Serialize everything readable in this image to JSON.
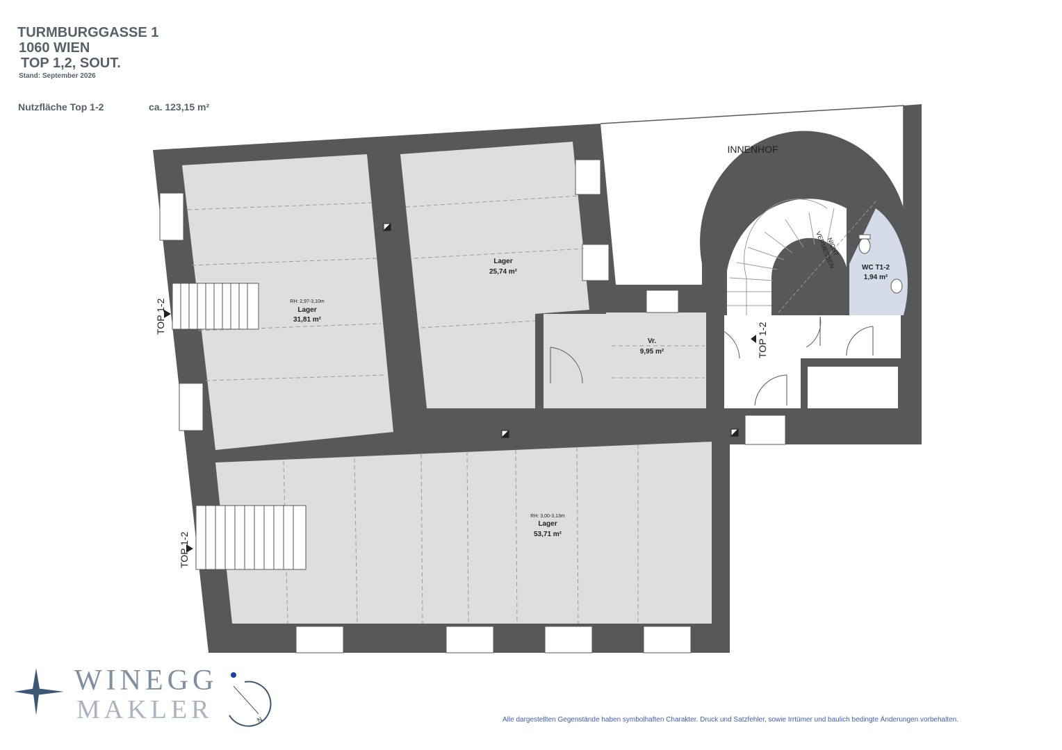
{
  "header": {
    "street": "TURMBURGGASSE 1",
    "city": "1060 WIEN",
    "unit": "TOP 1,2, SOUT.",
    "stand": "Stand: September 2026",
    "area_label": "Nutzfläche Top 1-2",
    "area_value": "ca. 123,15 m²"
  },
  "plan": {
    "courtyard": "INNENHOF",
    "not_measured_1": "NICHT",
    "not_measured_2": "VERMESSEN",
    "entrance_label": "TOP 1-2",
    "rooms": {
      "lager_left": {
        "name": "Lager",
        "area": "31,81 m²",
        "height": "RH: 2,97-3,10m"
      },
      "lager_top": {
        "name": "Lager",
        "area": "25,74 m²"
      },
      "vorraum": {
        "name": "Vr.",
        "area": "9,95 m²"
      },
      "wc": {
        "name": "WC T1-2",
        "area": "1,94 m²"
      },
      "lager_bottom": {
        "name": "Lager",
        "area": "53,71 m²",
        "height": "RH: 3,00-3,13m"
      }
    }
  },
  "logo": {
    "line1": "WINEGG",
    "line2": "MAKLER",
    "compass_letter": "N"
  },
  "footer": {
    "disclaimer": "Alle dargestellten Gegenstände haben symbolhaften Charakter. Druck und Satzfehler, sowie Irrtümer und baulich bedingte Änderungen vorbehalten."
  },
  "colors": {
    "wall": "#58585a",
    "room": "#dedede",
    "wc": "#d6dbea",
    "text": "#56606b",
    "disclaimer": "#3f5db8"
  }
}
